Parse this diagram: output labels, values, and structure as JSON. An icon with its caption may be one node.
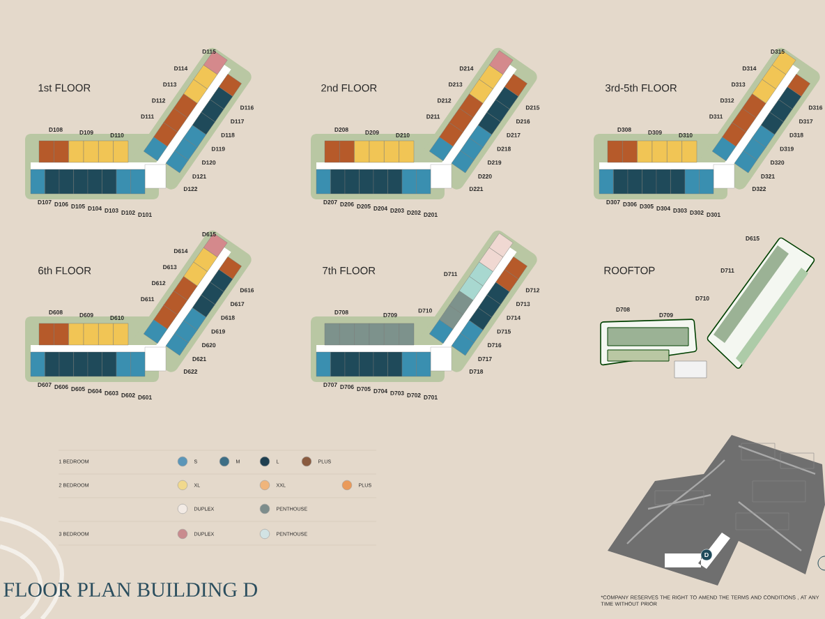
{
  "diagram": {
    "title": "FLOOR PLAN BUILDING D",
    "nodes": [
      {
        "text": [
          "D"
        ]
      }
    ],
    "labels": [
      "1st FLOOR",
      "D115",
      "D114",
      "D113",
      "D112",
      "D111",
      "D108",
      "D109",
      "D110",
      "D116",
      "D117",
      "D118",
      "D119",
      "D120",
      "D121",
      "D122",
      "D107",
      "D106",
      "D105",
      "D104",
      "D103",
      "D102",
      "D101",
      "2nd FLOOR",
      "D214",
      "D213",
      "D212",
      "D211",
      "D208",
      "D209",
      "D210",
      "D215",
      "D216",
      "D217",
      "D218",
      "D219",
      "D220",
      "D221",
      "D207",
      "D206",
      "D205",
      "D204",
      "D203",
      "D202",
      "D201",
      "3rd-5th FLOOR",
      "D315",
      "D314",
      "D313",
      "D312",
      "D311",
      "D308",
      "D309",
      "D310",
      "D316",
      "D317",
      "D318",
      "D319",
      "D320",
      "D321",
      "D322",
      "D307",
      "D306",
      "D305",
      "D304",
      "D303",
      "D302",
      "D301",
      "6th FLOOR",
      "D615",
      "D614",
      "D613",
      "D612",
      "D611",
      "D608",
      "D609",
      "D610",
      "D616",
      "D617",
      "D618",
      "D619",
      "D620",
      "D621",
      "D622",
      "D607",
      "D606",
      "D605",
      "D604",
      "D603",
      "D602",
      "D601",
      "7th FLOOR",
      "D711",
      "D710",
      "D708",
      "D709",
      "D712",
      "D713",
      "D714",
      "D715",
      "D716",
      "D717",
      "D718",
      "D707",
      "D706",
      "D705",
      "D704",
      "D703",
      "D702",
      "D701",
      "ROOFTOP",
      "D615",
      "D711",
      "D710",
      "D708",
      "D709",
      "1 BEDROOM",
      "2 BEDROOM",
      "3 BEDROOM",
      "*COMPANY RESERVES THE RIGHT TO AMEND THE TERMS AND CONDITIONS , AT ANY TIME WITHOUT PRIOR"
    ],
    "legend": [
      {
        "text": "S",
        "color": "#5b96b8"
      },
      {
        "text": "M",
        "color": "#3d6e85"
      },
      {
        "text": "L",
        "color": "#1f3f50"
      },
      {
        "text": "PLUS",
        "color": "#8a5b3f"
      },
      {
        "text": "XL",
        "color": "#f1d98d"
      },
      {
        "text": "XXL",
        "color": "#f0b57b"
      },
      {
        "text": "PLUS",
        "color": "#ea9a5a"
      },
      {
        "text": "DUPLEX",
        "color": "#f3ebe5"
      },
      {
        "text": "PENTHOUSE",
        "color": "#7d8d8c"
      },
      {
        "text": "DUPLEX",
        "color": "#c98b8e"
      },
      {
        "text": "PENTHOUSE",
        "color": "#d2e3e4"
      }
    ]
  }
}
